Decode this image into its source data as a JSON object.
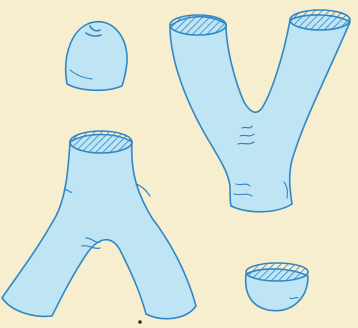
{
  "image": {
    "background": "#f7efcf",
    "colors": {
      "fill": "#bfe4f3",
      "stroke": "#2f87c7",
      "hatch": "#2f87c7"
    },
    "shapes": [
      {
        "kind": "dome-cap"
      },
      {
        "kind": "y-junction-tube"
      },
      {
        "kind": "inverted-y-junction-tube"
      },
      {
        "kind": "small-cup"
      }
    ]
  }
}
